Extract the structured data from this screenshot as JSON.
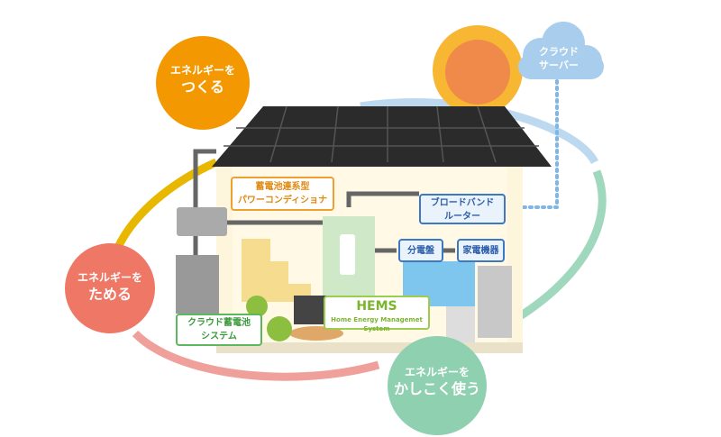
{
  "circles": {
    "create": {
      "line1": "エネルギーを",
      "line2": "つくる",
      "color": "#f39800"
    },
    "store": {
      "line1": "エネルギーを",
      "line2": "ためる",
      "color": "#ee7766"
    },
    "use": {
      "line1": "エネルギーを",
      "line2": "かしこく使う",
      "color": "#8fd0b0"
    }
  },
  "cloud_server": {
    "line1": "クラウド",
    "line2": "サーバー"
  },
  "labels": {
    "power_conditioner": {
      "line1": "蓄電池連系型",
      "line2": "パワーコンディショナ"
    },
    "router": {
      "line1": "ブロードバンド",
      "line2": "ルーター"
    },
    "distribution_board": "分電盤",
    "appliances": "家電機器",
    "hems": {
      "title": "HEMS",
      "subtitle": "Home Energy Managemet System"
    },
    "cloud_battery": {
      "line1": "クラウド蓄電池",
      "line2": "システム"
    }
  }
}
